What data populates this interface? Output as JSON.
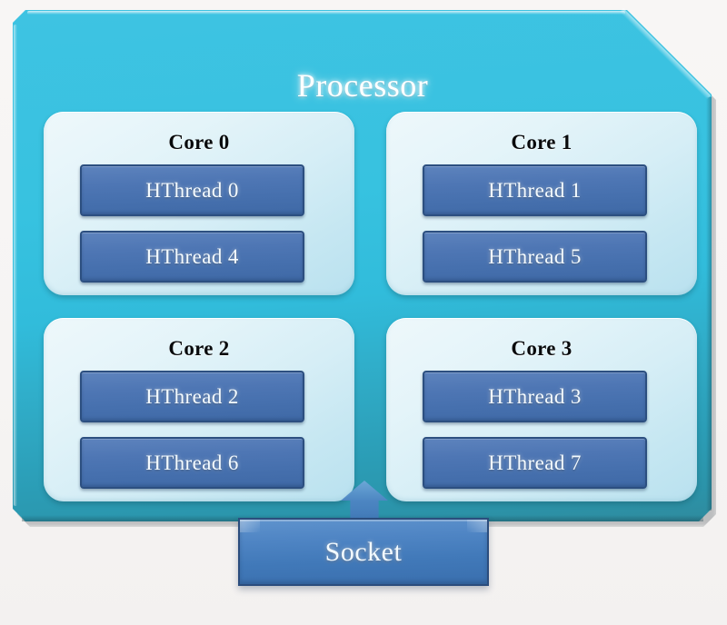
{
  "diagram": {
    "title": "Processor",
    "background_color": "#f7f5f4",
    "processor_color": "#35c0de",
    "core_panel_color": "#e2f3f9",
    "hthread_color": "#4b74b1",
    "socket_color": "#4a81c0"
  },
  "processor": {
    "label": "Processor",
    "cores": [
      {
        "label": "Core 0",
        "hthreads": [
          {
            "label": "HThread 0"
          },
          {
            "label": "HThread 4"
          }
        ]
      },
      {
        "label": "Core 1",
        "hthreads": [
          {
            "label": "HThread 1"
          },
          {
            "label": "HThread 5"
          }
        ]
      },
      {
        "label": "Core 2",
        "hthreads": [
          {
            "label": "HThread 2"
          },
          {
            "label": "HThread 6"
          }
        ]
      },
      {
        "label": "Core 3",
        "hthreads": [
          {
            "label": "HThread 3"
          },
          {
            "label": "HThread 7"
          }
        ]
      }
    ]
  },
  "socket": {
    "label": "Socket"
  }
}
